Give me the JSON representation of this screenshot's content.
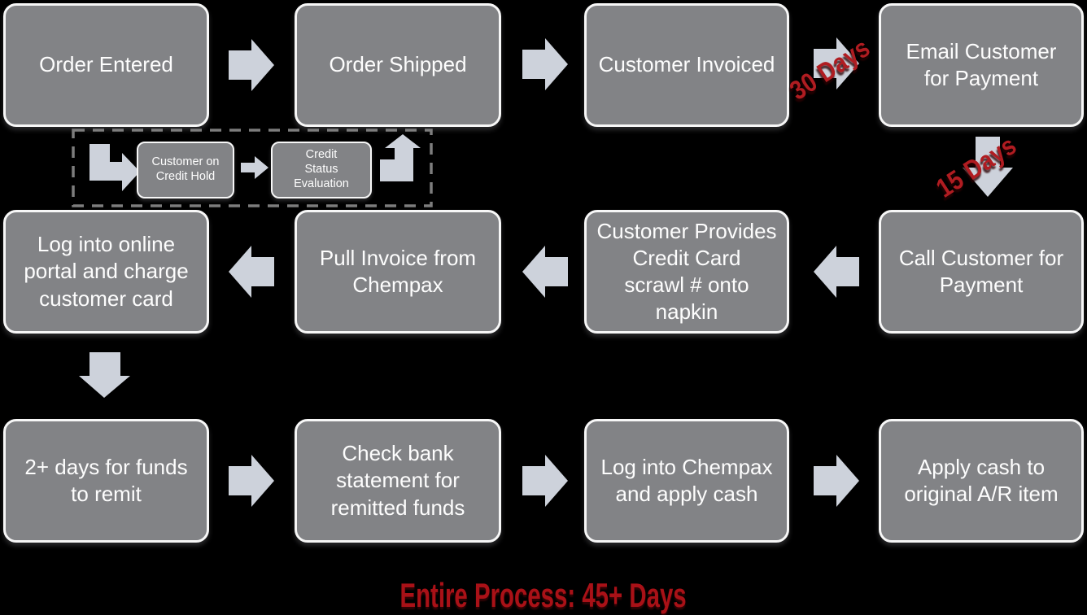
{
  "colors": {
    "background": "#000000",
    "box_fill": "#828386",
    "box_border": "#f7f7f7",
    "box_text": "#fdfdfd",
    "arrow_fill": "#cdd2db",
    "dashed_border": "#7d7d7d",
    "accent_red": "#b01c21",
    "title_red": "#a91117"
  },
  "boxes": {
    "order_entered": "Order Entered",
    "order_shipped": "Order Shipped",
    "customer_invoiced": "Customer Invoiced",
    "email_customer": "Email Customer\nfor Payment",
    "customer_on_credit_hold": "Customer on\nCredit Hold",
    "credit_status_evaluation": "Credit\nStatus\nEvaluation",
    "log_into_portal": "Log into online\nportal and charge\ncustomer card",
    "pull_invoice": "Pull Invoice from\nChempax",
    "customer_provides_card": "Customer Provides\nCredit Card\nscrawl # onto\nnapkin",
    "call_customer": "Call Customer for\nPayment",
    "funds_remit": "2+ days for funds\nto remit",
    "check_bank": "Check bank\nstatement for\nremitted funds",
    "log_into_chempax": "Log into Chempax\nand apply cash",
    "apply_cash": "Apply cash to\noriginal A/R item"
  },
  "annotations": {
    "delay_30": "30 Days",
    "delay_15": "15 Days",
    "total": "Entire Process: 45+ Days"
  }
}
